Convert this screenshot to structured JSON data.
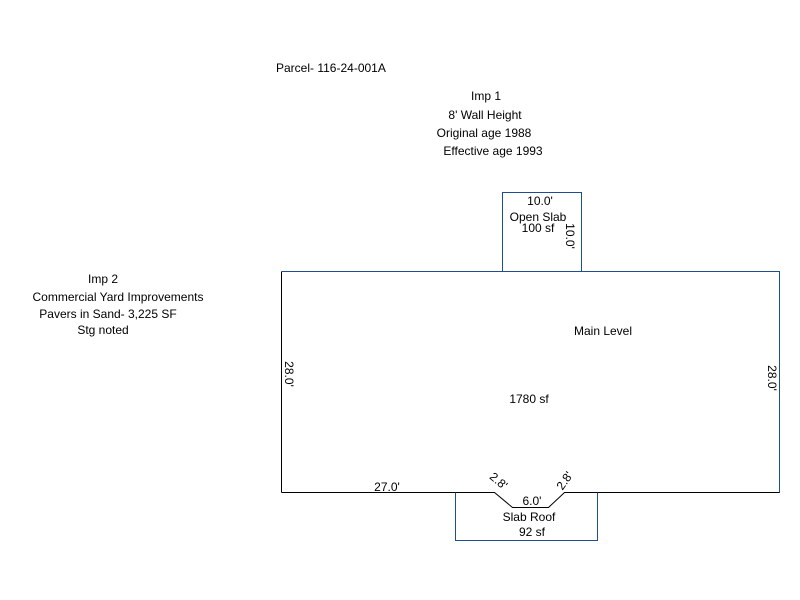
{
  "parcel": {
    "label": "Parcel- 116-24-001A"
  },
  "imp1": {
    "title": "Imp 1",
    "wall_height": "8' Wall Height",
    "original_age": "Original age 1988",
    "effective_age": "Effective age 1993"
  },
  "imp2": {
    "title": "Imp 2",
    "line1": "Commercial Yard Improvements",
    "line2": "Pavers in Sand- 3,225 SF",
    "line3": "Stg noted"
  },
  "open_slab": {
    "name": "Open Slab",
    "area": "100 sf",
    "top_dim": "10.0'",
    "side_dim": "10.0'"
  },
  "main_level": {
    "name": "Main Level",
    "area": "1780 sf",
    "left_dim": "28.0'",
    "right_dim": "28.0'",
    "bottom_dim": "27.0'"
  },
  "slab_roof": {
    "name": "Slab Roof",
    "area": "92 sf",
    "top_dim": "6.0'",
    "left_angle_dim": "2.8'",
    "right_angle_dim": "2.8'"
  },
  "colors": {
    "outline": "#1f4e8c",
    "main_outline": "#1f4e8c",
    "text": "#000000",
    "background": "#ffffff"
  }
}
